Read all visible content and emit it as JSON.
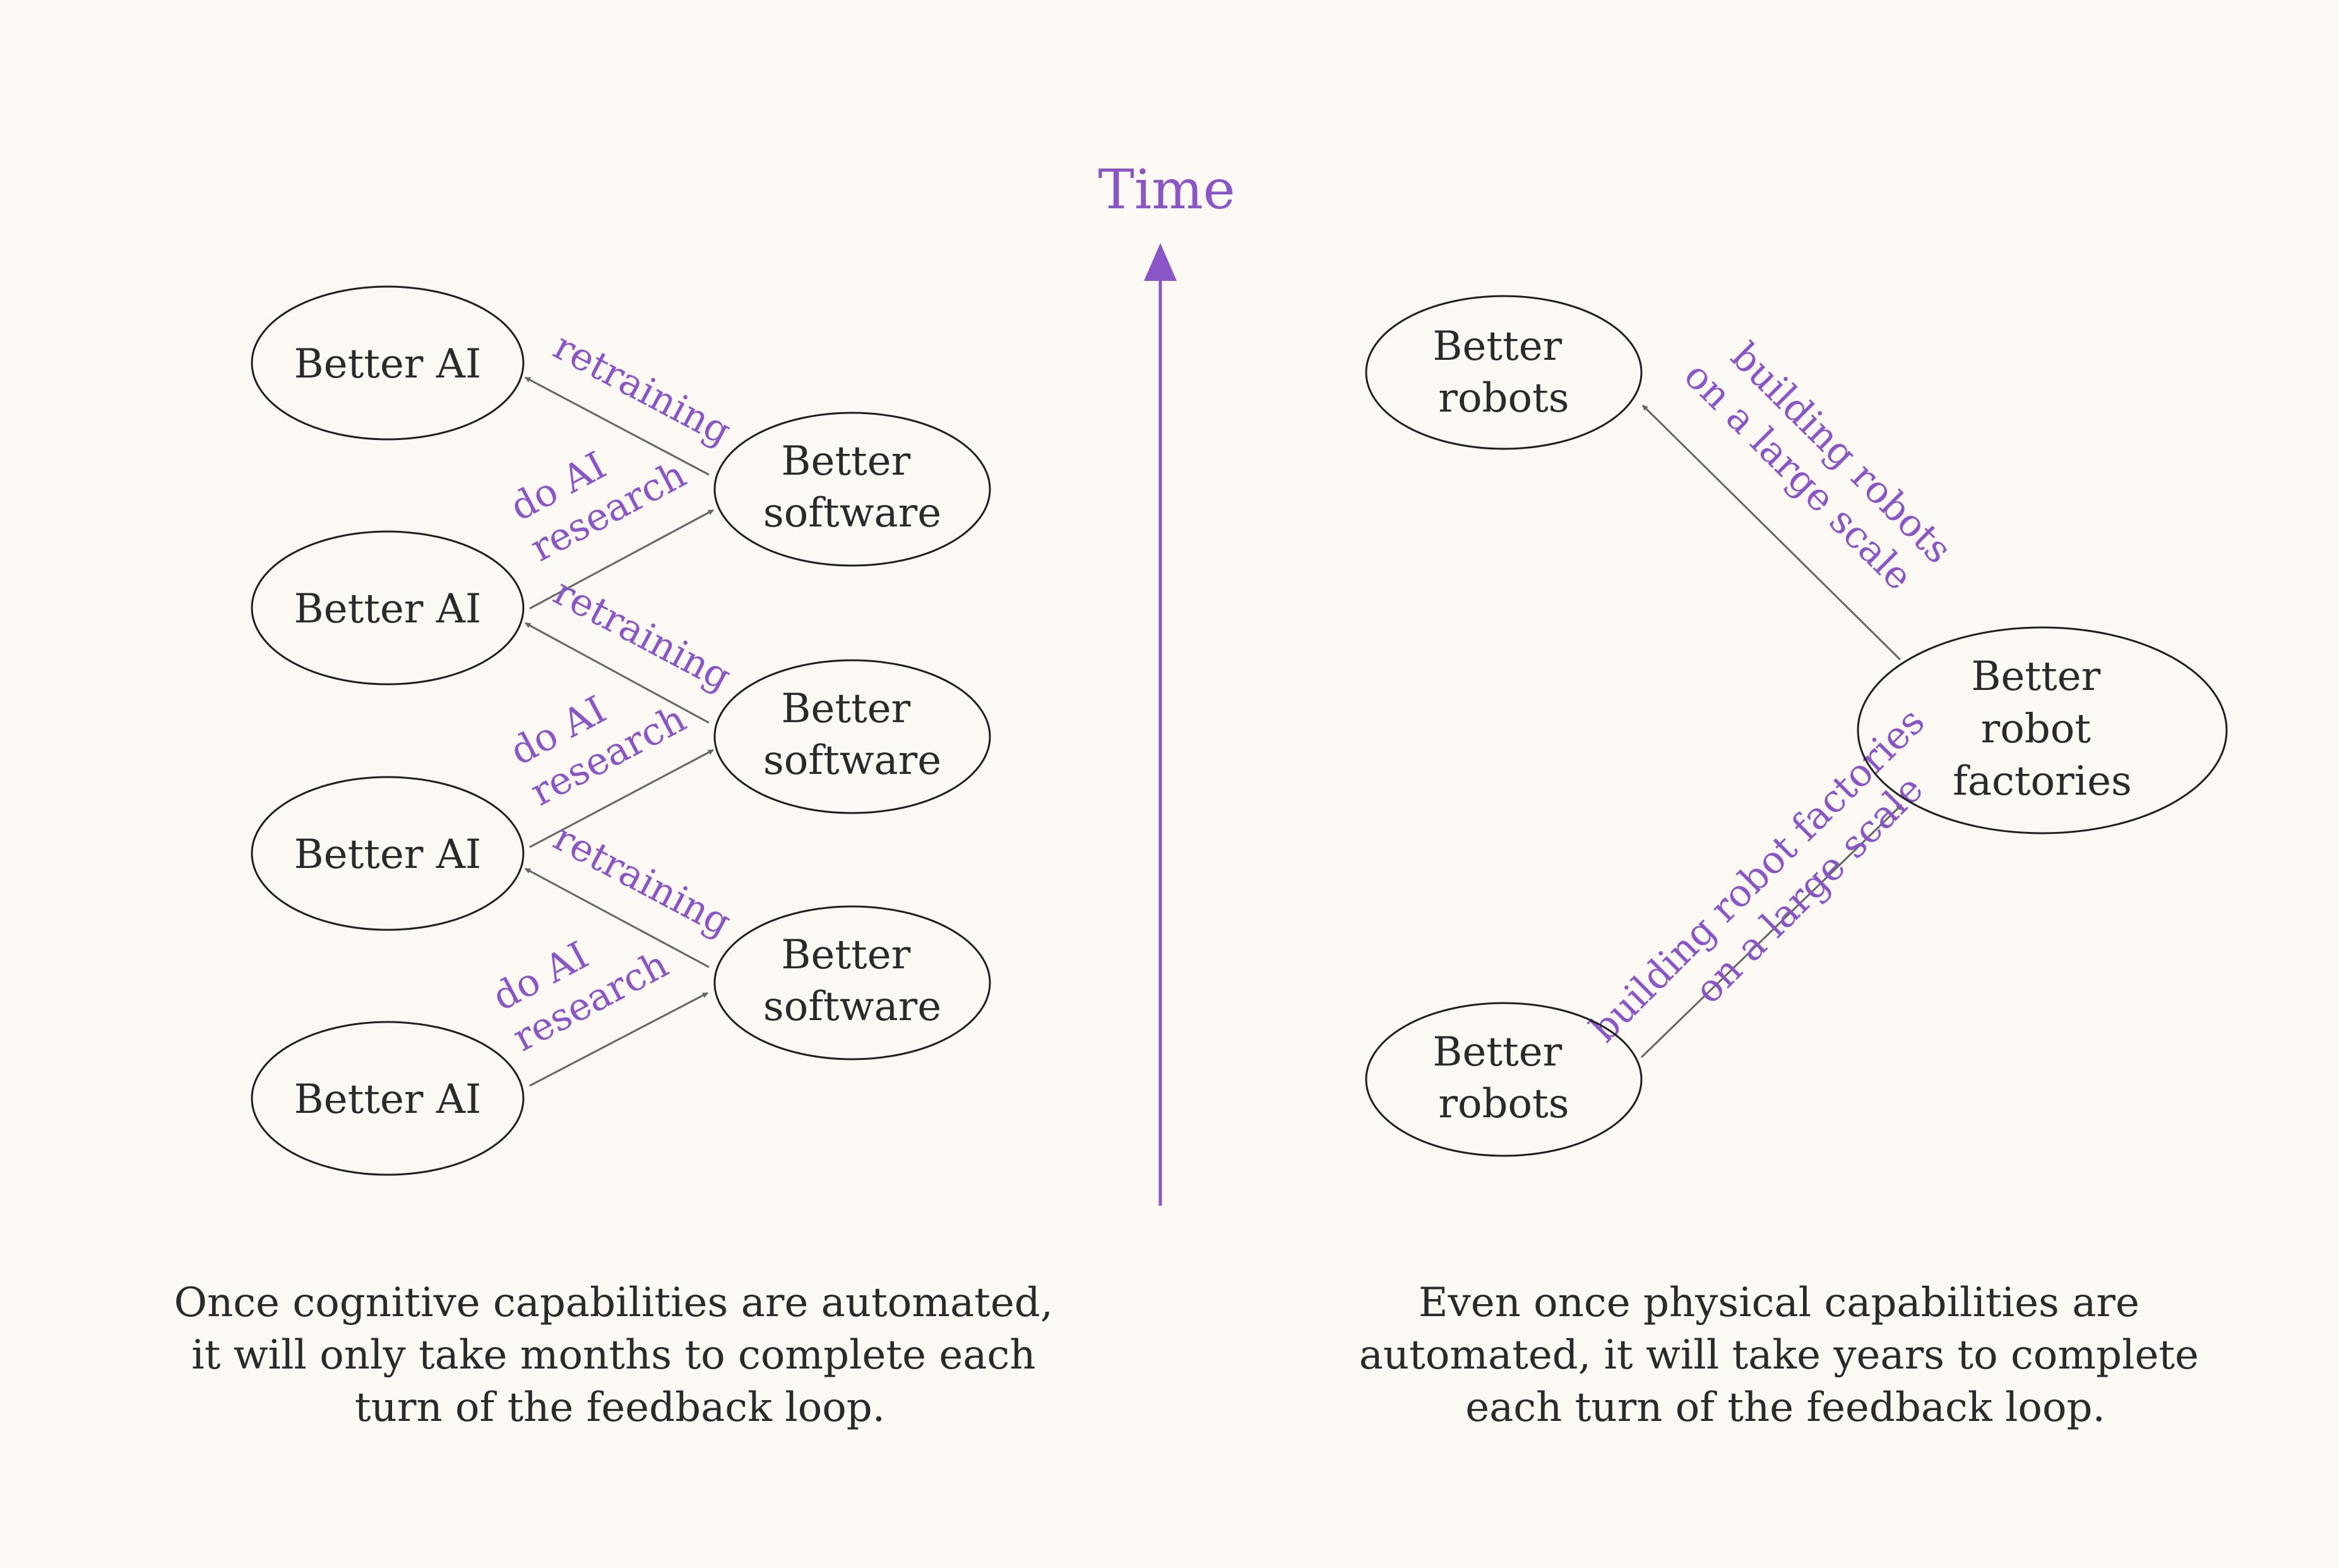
{
  "colors": {
    "background": "#fcf9f5",
    "accent": "#8a55c7",
    "ink": "#2a2a2a",
    "arrow": "#666666"
  },
  "time_label": "Time",
  "left": {
    "nodes": {
      "ai_4": "Better AI",
      "ai_3": "Better AI",
      "ai_2": "Better AI",
      "ai_1": "Better AI",
      "software_3": [
        "Better",
        "software"
      ],
      "software_2": [
        "Better",
        "software"
      ],
      "software_1": [
        "Better",
        "software"
      ]
    },
    "edges": {
      "retraining_3": "retraining",
      "retraining_2": "retraining",
      "retraining_1": "retraining",
      "research_3": [
        "do AI",
        "research"
      ],
      "research_2": [
        "do AI",
        "research"
      ],
      "research_1": [
        "do AI",
        "research"
      ]
    },
    "caption": [
      "Once cognitive capabilities are automated,",
      "it will only take months to complete each",
      "turn of the feedback loop."
    ]
  },
  "right": {
    "nodes": {
      "robots_top": [
        "Better",
        "robots"
      ],
      "factories": [
        "Better",
        "robot",
        "factories"
      ],
      "robots_bottom": [
        "Better",
        "robots"
      ]
    },
    "edges": {
      "building_robots": [
        "building robots",
        "on a large scale"
      ],
      "building_factories": [
        "building robot factories",
        "on a large scale"
      ]
    },
    "caption": [
      "Even once physical capabilities are",
      "automated, it will take years to complete",
      "each turn of the feedback loop."
    ]
  }
}
